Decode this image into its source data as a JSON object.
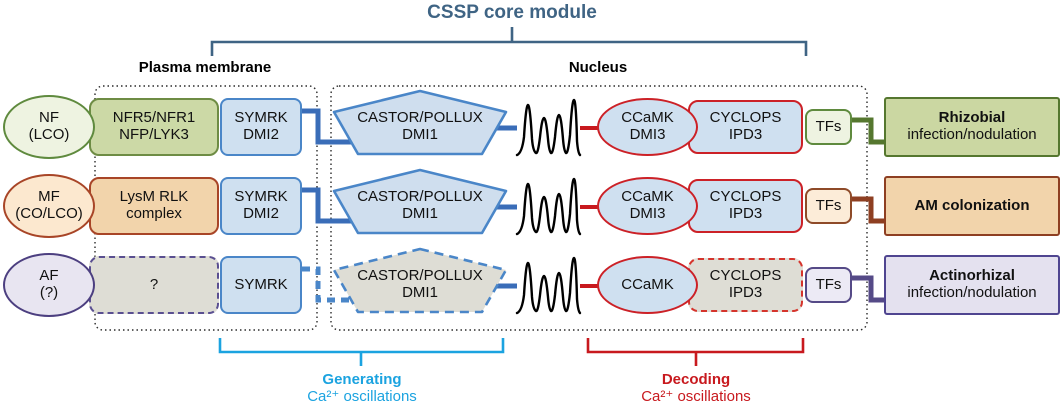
{
  "title": "CSSP core module",
  "regions": {
    "plasma_membrane": "Plasma membrane",
    "nucleus": "Nucleus"
  },
  "rows": [
    {
      "signal": {
        "l1": "NF",
        "l2": "(LCO)"
      },
      "receptor": {
        "l1": "NFR5/NFR1",
        "l2": "NFP/LYK3"
      },
      "symrk": {
        "l1": "SYMRK",
        "l2": "DMI2"
      },
      "channel": {
        "l1": "CASTOR/POLLUX",
        "l2": "DMI1"
      },
      "kinase": {
        "l1": "CCaMK",
        "l2": "DMI3"
      },
      "cyclops": {
        "l1": "CYCLOPS",
        "l2": "IPD3"
      },
      "tfs": "TFs",
      "outcome": {
        "l1": "Rhizobial",
        "l2": "infection/nodulation"
      }
    },
    {
      "signal": {
        "l1": "MF",
        "l2": "(CO/LCO)"
      },
      "receptor": {
        "l1": "LysM RLK",
        "l2": "complex"
      },
      "symrk": {
        "l1": "SYMRK",
        "l2": "DMI2"
      },
      "channel": {
        "l1": "CASTOR/POLLUX",
        "l2": "DMI1"
      },
      "kinase": {
        "l1": "CCaMK",
        "l2": "DMI3"
      },
      "cyclops": {
        "l1": "CYCLOPS",
        "l2": "IPD3"
      },
      "tfs": "TFs",
      "outcome": {
        "l1": "AM colonization"
      }
    },
    {
      "signal": {
        "l1": "AF",
        "l2": "(?)"
      },
      "receptor": {
        "l1": "?"
      },
      "symrk": {
        "l1": "SYMRK"
      },
      "channel": {
        "l1": "CASTOR/POLLUX",
        "l2": "DMI1"
      },
      "kinase": {
        "l1": "CCaMK"
      },
      "cyclops": {
        "l1": "CYCLOPS",
        "l2": "IPD3"
      },
      "tfs": "TFs",
      "outcome": {
        "l1": "Actinorhizal",
        "l2": "infection/nodulation"
      }
    }
  ],
  "footers": {
    "generating": {
      "l1": "Generating",
      "l2": "Ca²⁺ oscillations"
    },
    "decoding": {
      "l1": "Decoding",
      "l2": "Ca²⁺ oscillations"
    }
  },
  "colors": {
    "title_slate": "#3f6484",
    "generating_cyan": "#1ba3e0",
    "decoding_red": "#c8191e",
    "pathway_blue": "#3a6db8",
    "rhizobial_green": "#55772f",
    "am_brown": "#8e3f22",
    "actinorhizal_purple": "#554a87"
  }
}
